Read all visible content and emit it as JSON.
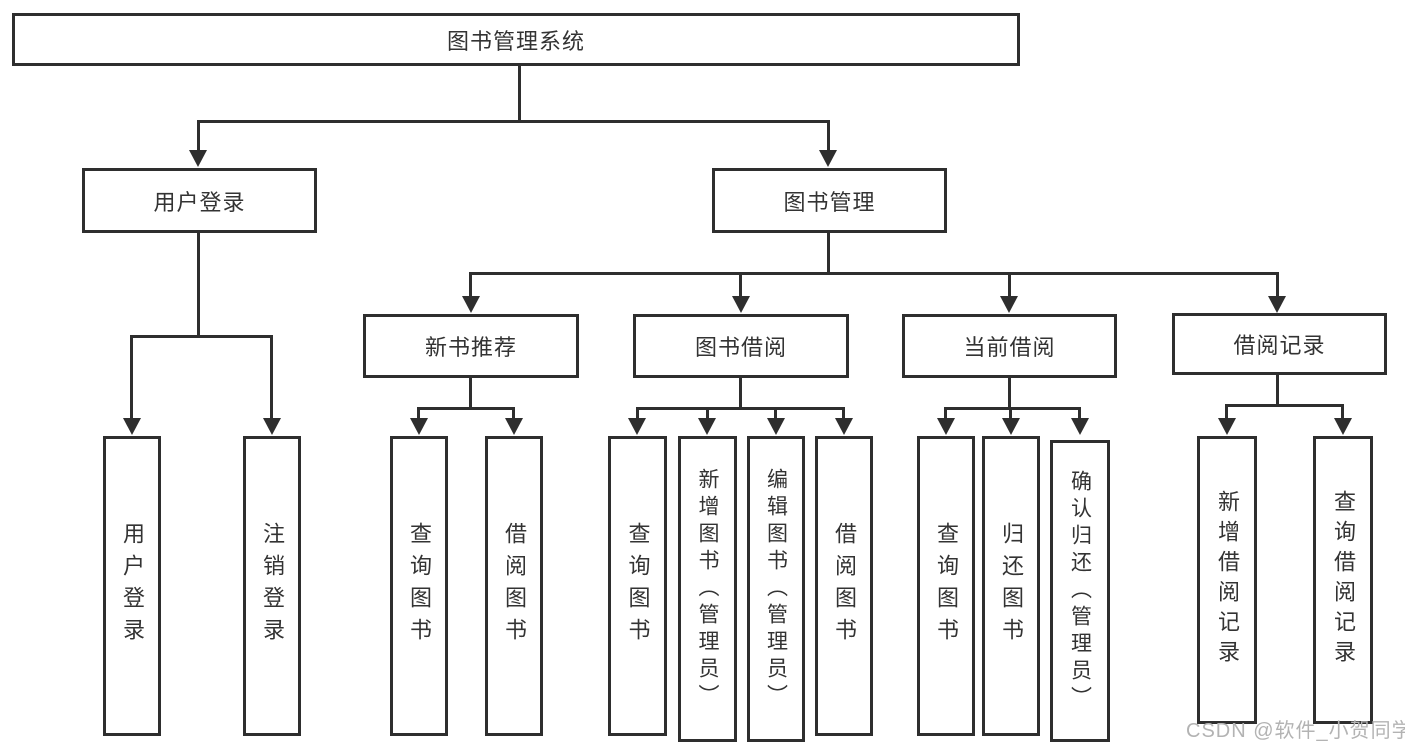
{
  "diagram": {
    "root_label": "图书管理系统",
    "login": {
      "label": "用户登录",
      "children": [
        "用户登录",
        "注销登录"
      ]
    },
    "mgmt": {
      "label": "图书管理",
      "sections": [
        {
          "label": "新书推荐",
          "children": [
            "查询图书",
            "借阅图书"
          ]
        },
        {
          "label": "图书借阅",
          "children": [
            "查询图书",
            "新增图书（管理员）",
            "编辑图书（管理员）",
            "借阅图书"
          ]
        },
        {
          "label": "当前借阅",
          "children": [
            "查询图书",
            "归还图书",
            "确认归还（管理员）"
          ]
        },
        {
          "label": "借阅记录",
          "children": [
            "新增借阅记录",
            "查询借阅记录"
          ]
        }
      ]
    }
  },
  "watermark": "CSDN @软件_小贺同学",
  "colors": {
    "line": "#2e2e2e",
    "text": "#333333",
    "watermark": "#b3b3b3"
  }
}
